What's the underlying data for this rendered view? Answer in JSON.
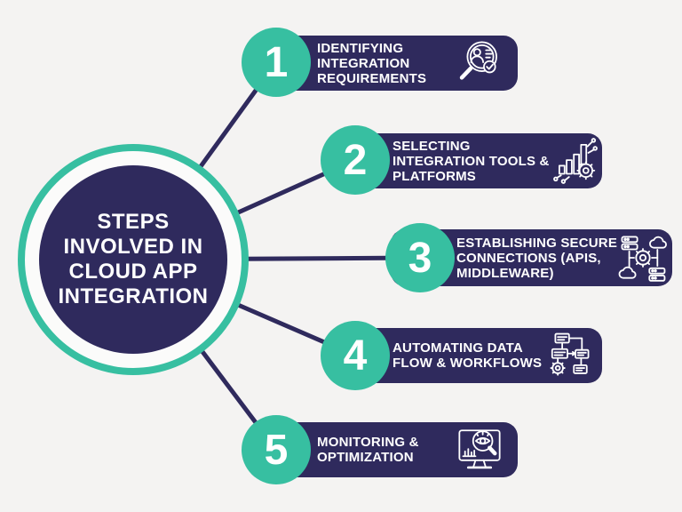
{
  "title": {
    "text": "STEPS INVOLVED IN CLOUD APP INTEGRATION",
    "lines": [
      "STEPS",
      "INVOLVED IN",
      "CLOUD APP",
      "INTEGRATION"
    ]
  },
  "steps": [
    {
      "number": "1",
      "label": "IDENTIFYING INTEGRATION REQUIREMENTS",
      "lines": [
        "IDENTIFYING",
        "INTEGRATION",
        "REQUIREMENTS"
      ],
      "icon": "magnifier-user-check-icon"
    },
    {
      "number": "2",
      "label": "SELECTING INTEGRATION TOOLS & PLATFORMS",
      "lines": [
        "SELECTING",
        "INTEGRATION TOOLS &",
        "PLATFORMS"
      ],
      "icon": "bar-chart-gear-circuit-icon"
    },
    {
      "number": "3",
      "label": "ESTABLISHING SECURE CONNECTIONS (APIS, MIDDLEWARE)",
      "lines": [
        "ESTABLISHING SECURE",
        "CONNECTIONS (APIS,",
        "MIDDLEWARE)"
      ],
      "icon": "cloud-server-gear-network-icon"
    },
    {
      "number": "4",
      "label": "AUTOMATING DATA FLOW & WORKFLOWS",
      "lines": [
        "AUTOMATING DATA",
        "FLOW & WORKFLOWS"
      ],
      "icon": "workflow-gear-icon"
    },
    {
      "number": "5",
      "label": "MONITORING & OPTIMIZATION",
      "lines": [
        "MONITORING &",
        "OPTIMIZATION"
      ],
      "icon": "monitor-search-eye-icon"
    }
  ],
  "colors": {
    "background": "#F4F3F2",
    "navy": "#2F2A5D",
    "teal": "#37BFA1",
    "text_on_navy": "#FFFFFF",
    "ring_gap": "#FBFBFA"
  }
}
